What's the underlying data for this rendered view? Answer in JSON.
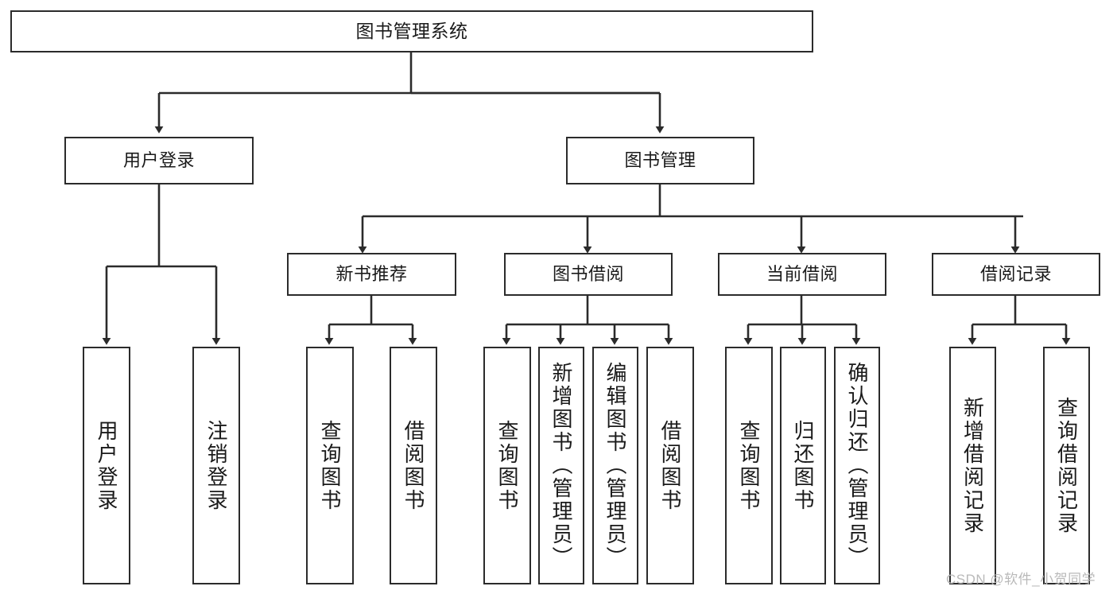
{
  "diagram": {
    "title": "图书管理系统",
    "type": "tree-hierarchy-chart",
    "colors": {
      "box_border": "#2b2b2b",
      "box_fill": "#ffffff",
      "edge": "#2b2b2b",
      "background": "#ffffff",
      "watermark": "#b9b9b9"
    },
    "nodes": {
      "root": {
        "label": "图书管理系统",
        "level": 1
      },
      "user_login": {
        "label": "用户登录",
        "level": 2
      },
      "book_manage": {
        "label": "图书管理",
        "level": 2
      },
      "new_book_rec": {
        "label": "新书推荐",
        "level": 3
      },
      "book_borrow": {
        "label": "图书借阅",
        "level": 3
      },
      "current_borrow": {
        "label": "当前借阅",
        "level": 3
      },
      "borrow_record": {
        "label": "借阅记录",
        "level": 3
      },
      "leaf_user_login": {
        "label": "用户登录",
        "level": 4
      },
      "leaf_logout": {
        "label": "注销登录",
        "level": 4
      },
      "leaf_query_book_1": {
        "label": "查询图书",
        "level": 4
      },
      "leaf_borrow_book_1": {
        "label": "借阅图书",
        "level": 4
      },
      "leaf_query_book_2": {
        "label": "查询图书",
        "level": 4
      },
      "leaf_add_book": {
        "label": "新增图书（管理员）",
        "level": 4
      },
      "leaf_edit_book": {
        "label": "编辑图书（管理员）",
        "level": 4
      },
      "leaf_borrow_book_2": {
        "label": "借阅图书",
        "level": 4
      },
      "leaf_query_book_3": {
        "label": "查询图书",
        "level": 4
      },
      "leaf_return_book": {
        "label": "归还图书",
        "level": 4
      },
      "leaf_confirm_return": {
        "label": "确认归还（管理员）",
        "level": 4
      },
      "leaf_add_record": {
        "label": "新增借阅记录",
        "level": 4
      },
      "leaf_query_record": {
        "label": "查询借阅记录",
        "level": 4
      }
    },
    "edges": [
      {
        "from": "root",
        "to": "user_login"
      },
      {
        "from": "root",
        "to": "book_manage"
      },
      {
        "from": "user_login",
        "to": "leaf_user_login"
      },
      {
        "from": "user_login",
        "to": "leaf_logout"
      },
      {
        "from": "book_manage",
        "to": "new_book_rec"
      },
      {
        "from": "book_manage",
        "to": "book_borrow"
      },
      {
        "from": "book_manage",
        "to": "current_borrow"
      },
      {
        "from": "book_manage",
        "to": "borrow_record"
      },
      {
        "from": "new_book_rec",
        "to": "leaf_query_book_1"
      },
      {
        "from": "new_book_rec",
        "to": "leaf_borrow_book_1"
      },
      {
        "from": "book_borrow",
        "to": "leaf_query_book_2"
      },
      {
        "from": "book_borrow",
        "to": "leaf_add_book"
      },
      {
        "from": "book_borrow",
        "to": "leaf_edit_book"
      },
      {
        "from": "book_borrow",
        "to": "leaf_borrow_book_2"
      },
      {
        "from": "current_borrow",
        "to": "leaf_query_book_3"
      },
      {
        "from": "current_borrow",
        "to": "leaf_return_book"
      },
      {
        "from": "current_borrow",
        "to": "leaf_confirm_return"
      },
      {
        "from": "borrow_record",
        "to": "leaf_add_record"
      },
      {
        "from": "borrow_record",
        "to": "leaf_query_record"
      }
    ]
  },
  "watermark": {
    "text": "CSDN @软件_小贺同学"
  }
}
